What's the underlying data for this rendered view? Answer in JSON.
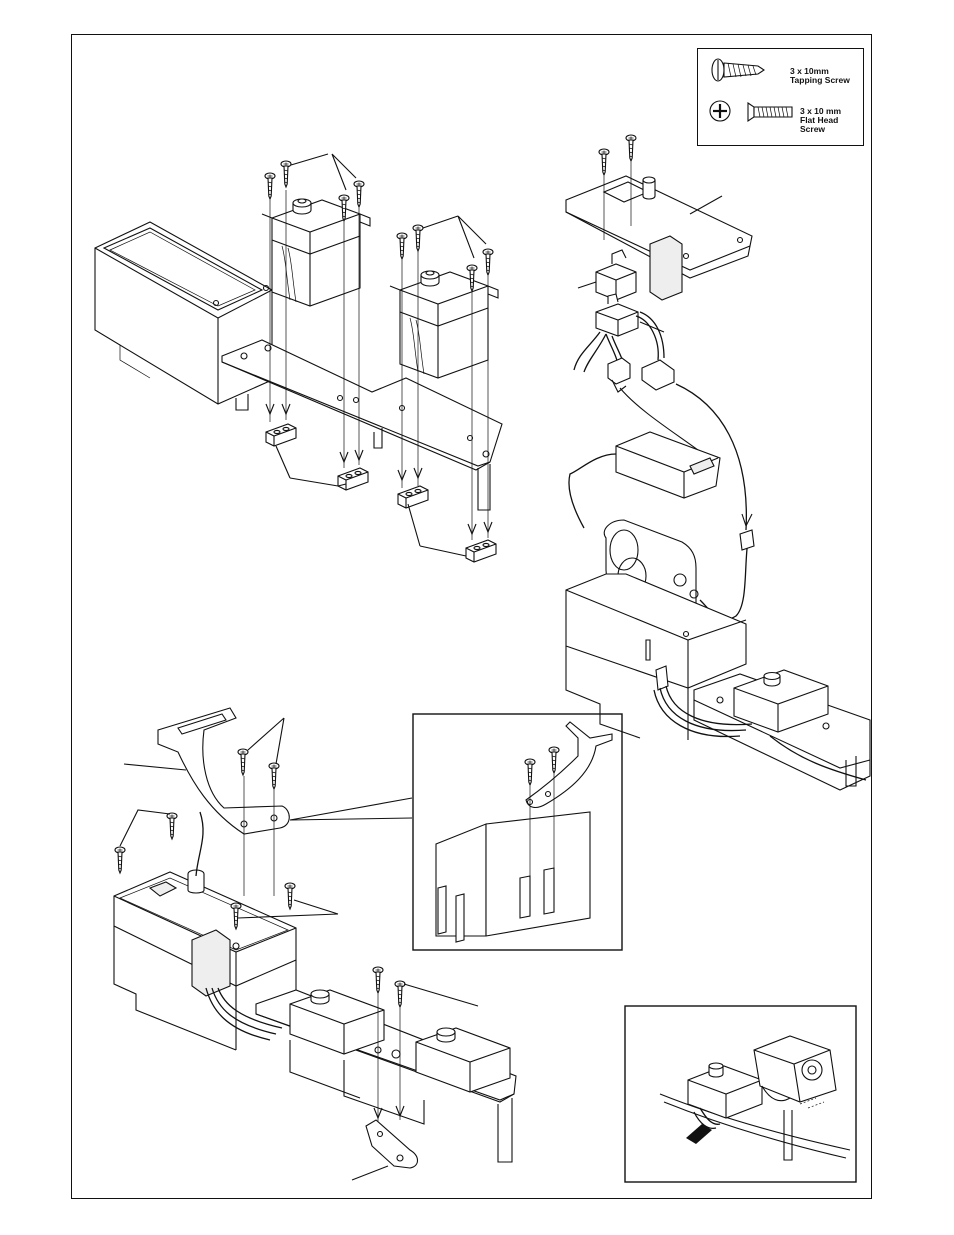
{
  "legend": {
    "tapping_screw": {
      "line1": "3 x 10mm",
      "line2": "Tapping Screw",
      "icon": "pan-head-tapping-screw-icon"
    },
    "flat_head_screw": {
      "line1": "3 x 10 mm",
      "line2": "Flat Head",
      "line3": "Screw",
      "icon": "flat-head-machine-screw-icon"
    }
  },
  "colors": {
    "line": "#111111",
    "paper": "#ffffff",
    "shade": "#eeeeee"
  }
}
